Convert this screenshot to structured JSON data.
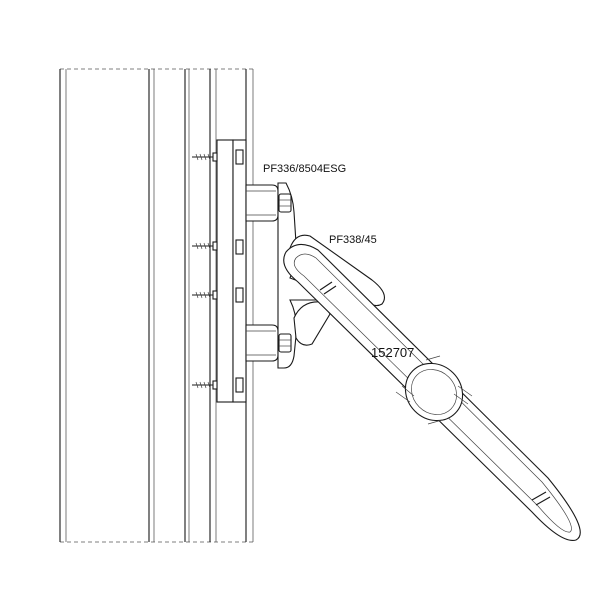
{
  "labels": {
    "bracket": "PF336/8504ESG",
    "arm": "PF338/45",
    "blade": "152707"
  }
}
